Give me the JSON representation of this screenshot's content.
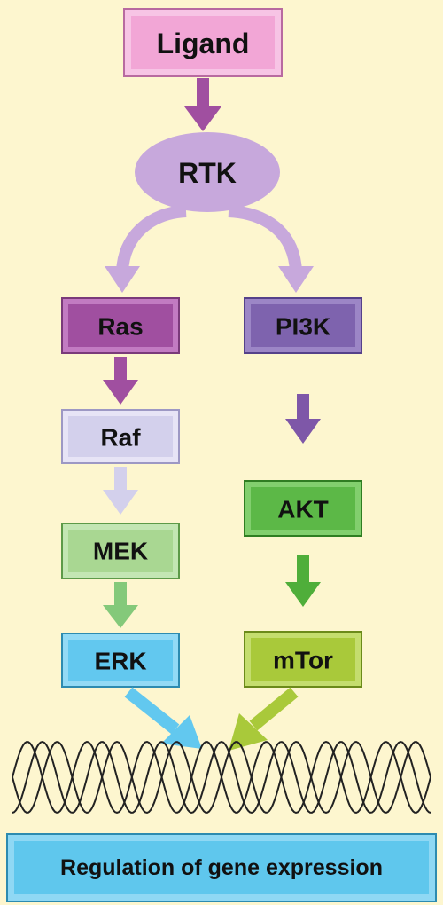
{
  "nodes": {
    "ligand": "Ligand",
    "rtk": "RTK",
    "ras": "Ras",
    "pi3k": "PI3K",
    "raf": "Raf",
    "mek": "MEK",
    "erk": "ERK",
    "akt": "AKT",
    "mtor": "mTor",
    "outcome": "Regulation of gene expression"
  },
  "colors": {
    "background": "#fdf6cf",
    "ligand": "#f2a6d6",
    "rtk": "#c7a8dc",
    "ras": "#a04fa0",
    "pi3k": "#7e63ae",
    "raf": "#d3d0ec",
    "mek": "#a9d792",
    "erk": "#62c8ef",
    "akt": "#5cb847",
    "mtor": "#a9c93a",
    "outcome": "#5fc7ed"
  }
}
